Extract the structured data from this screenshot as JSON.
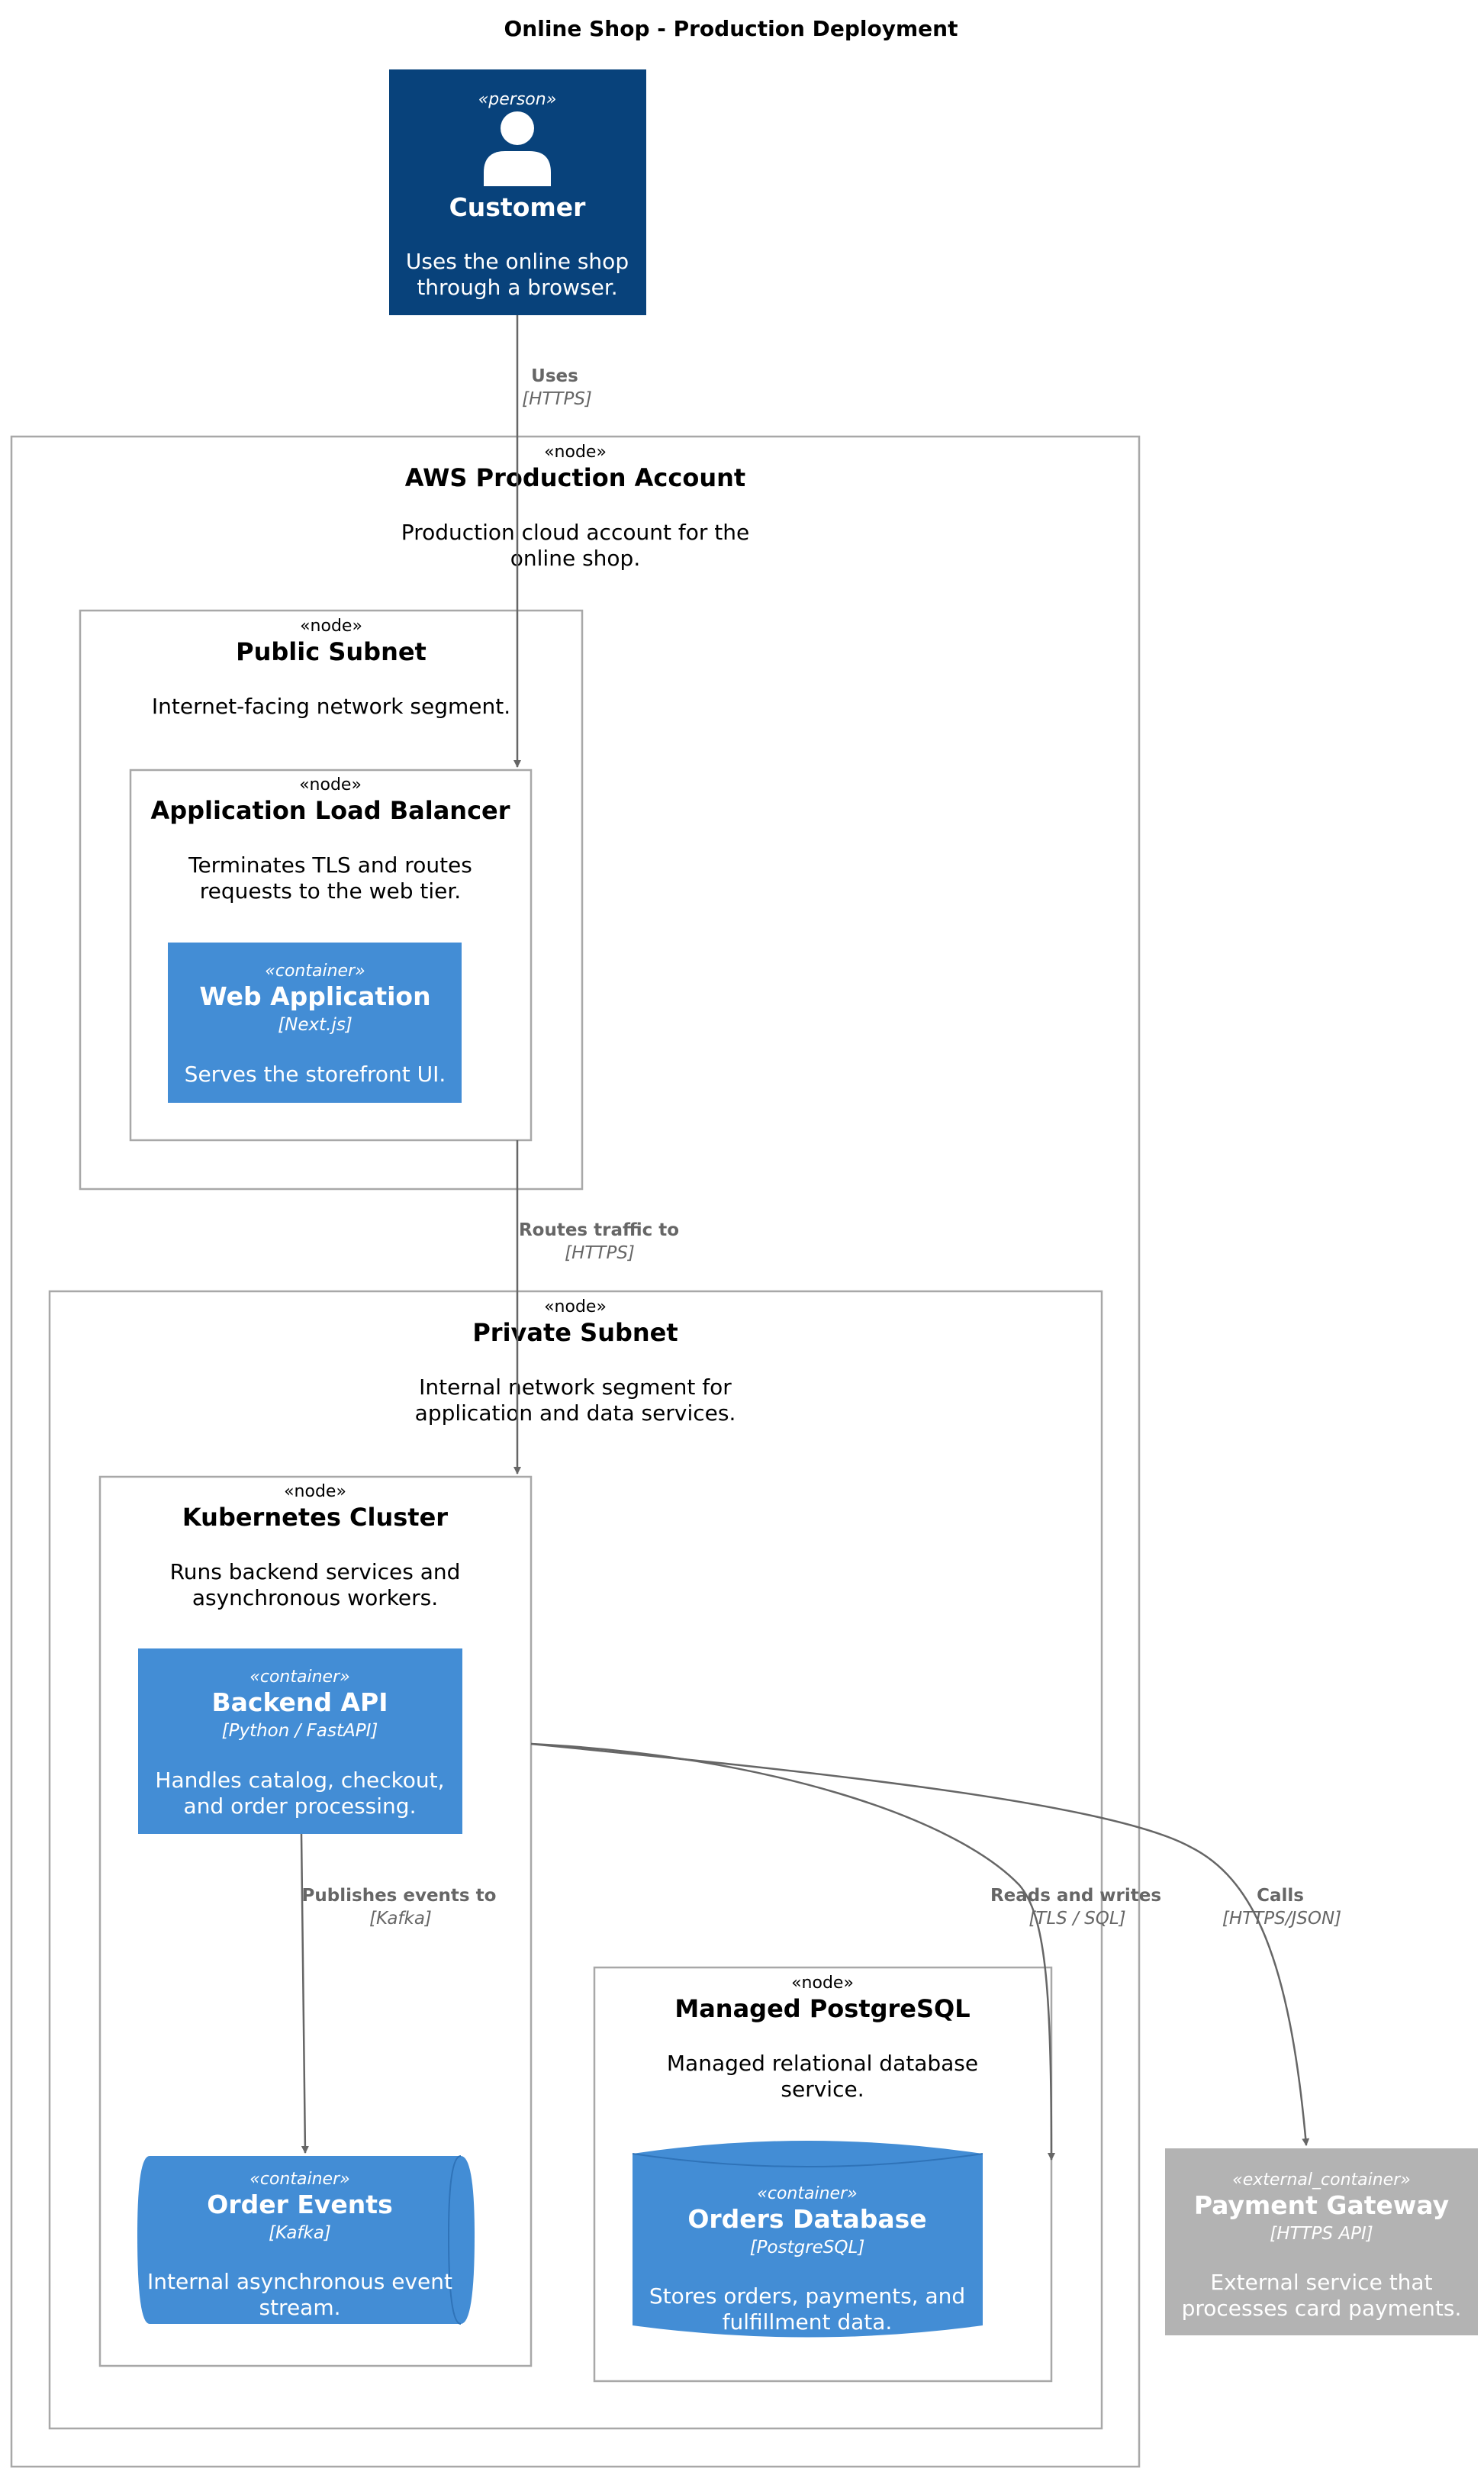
{
  "title": "Online Shop - Production Deployment",
  "colors": {
    "person": "#08427b",
    "container": "#438dd5",
    "external": "#b3b3b3",
    "node_border": "#a8a8a8",
    "edge": "#666666"
  },
  "person": {
    "stereotype": "«person»",
    "name": "Customer",
    "desc": [
      "Uses the online shop",
      "through a browser."
    ],
    "icon": "person-icon"
  },
  "nodes": {
    "aws": {
      "stereotype": "«node»",
      "name": "AWS Production Account",
      "desc": [
        "Production cloud account for the",
        "online shop."
      ]
    },
    "public": {
      "stereotype": "«node»",
      "name": "Public Subnet",
      "desc": [
        "Internet-facing network segment."
      ]
    },
    "alb": {
      "stereotype": "«node»",
      "name": "Application Load Balancer",
      "desc": [
        "Terminates TLS and routes",
        "requests to the web tier."
      ]
    },
    "private": {
      "stereotype": "«node»",
      "name": "Private Subnet",
      "desc": [
        "Internal network segment for",
        "application and data services."
      ]
    },
    "k8s": {
      "stereotype": "«node»",
      "name": "Kubernetes Cluster",
      "desc": [
        "Runs backend services and",
        "asynchronous workers."
      ]
    },
    "pg": {
      "stereotype": "«node»",
      "name": "Managed PostgreSQL",
      "desc": [
        "Managed relational database",
        "service."
      ]
    }
  },
  "containers": {
    "web": {
      "stereotype": "«container»",
      "name": "Web Application",
      "tech": "[Next.js]",
      "desc": [
        "Serves the storefront UI."
      ]
    },
    "api": {
      "stereotype": "«container»",
      "name": "Backend API",
      "tech": "[Python / FastAPI]",
      "desc": [
        "Handles catalog, checkout,",
        "and order processing."
      ]
    },
    "events": {
      "stereotype": "«container»",
      "name": "Order Events",
      "tech": "[Kafka]",
      "desc": [
        "Internal asynchronous event",
        "stream."
      ]
    },
    "db": {
      "stereotype": "«container»",
      "name": "Orders Database",
      "tech": "[PostgreSQL]",
      "desc": [
        "Stores orders, payments, and",
        "fulfillment data."
      ]
    },
    "payment": {
      "stereotype": "«external_container»",
      "name": "Payment Gateway",
      "tech": "[HTTPS API]",
      "desc": [
        "External service that",
        "processes card payments."
      ]
    }
  },
  "relations": {
    "uses": {
      "label": "Uses",
      "tech": "[HTTPS]"
    },
    "routes": {
      "label": "Routes traffic to",
      "tech": "[HTTPS]"
    },
    "publishes": {
      "label": "Publishes events to",
      "tech": "[Kafka]"
    },
    "reads": {
      "label": "Reads and writes",
      "tech": "[TLS / SQL]"
    },
    "calls": {
      "label": "Calls",
      "tech": "[HTTPS/JSON]"
    }
  }
}
